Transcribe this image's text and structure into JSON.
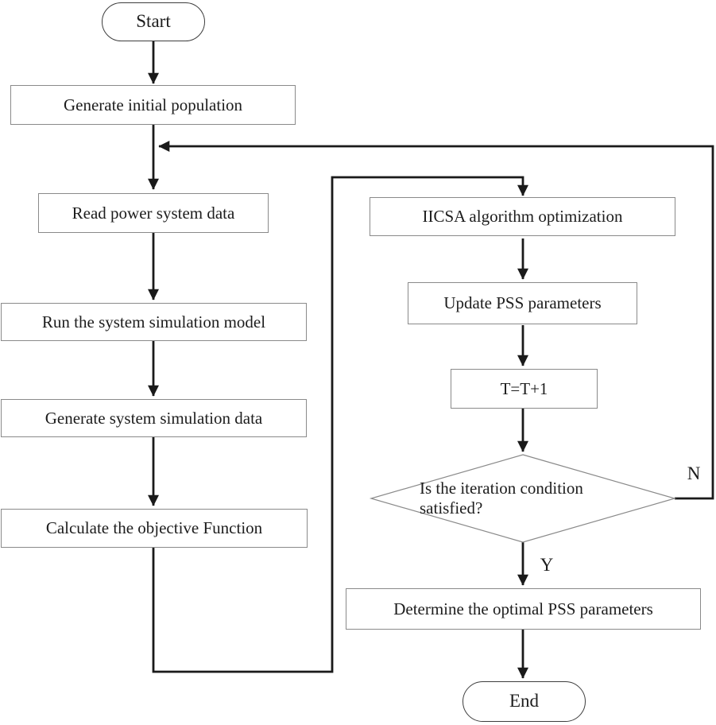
{
  "figure": {
    "type": "flowchart",
    "background": "#ffffff",
    "line_color": "#1a1a1a",
    "box_border_color": "#8a8a8a",
    "terminal_border_color": "#3d3d3d",
    "text_color": "#1d1d1d"
  },
  "nodes": {
    "start": "Start",
    "generate_population": "Generate initial population",
    "read_data": "Read power system data",
    "run_model": "Run the system simulation model",
    "generate_sim_data": "Generate system simulation data",
    "calculate_objective": "Calculate the objective Function",
    "iicsa": "IICSA algorithm optimization",
    "update_pss": "Update PSS parameters",
    "increment": "T=T+1",
    "decision": "Is the iteration condition satisfied?",
    "determine": "Determine the optimal PSS parameters",
    "end": "End"
  },
  "edge_labels": {
    "no": "N",
    "yes": "Y"
  }
}
